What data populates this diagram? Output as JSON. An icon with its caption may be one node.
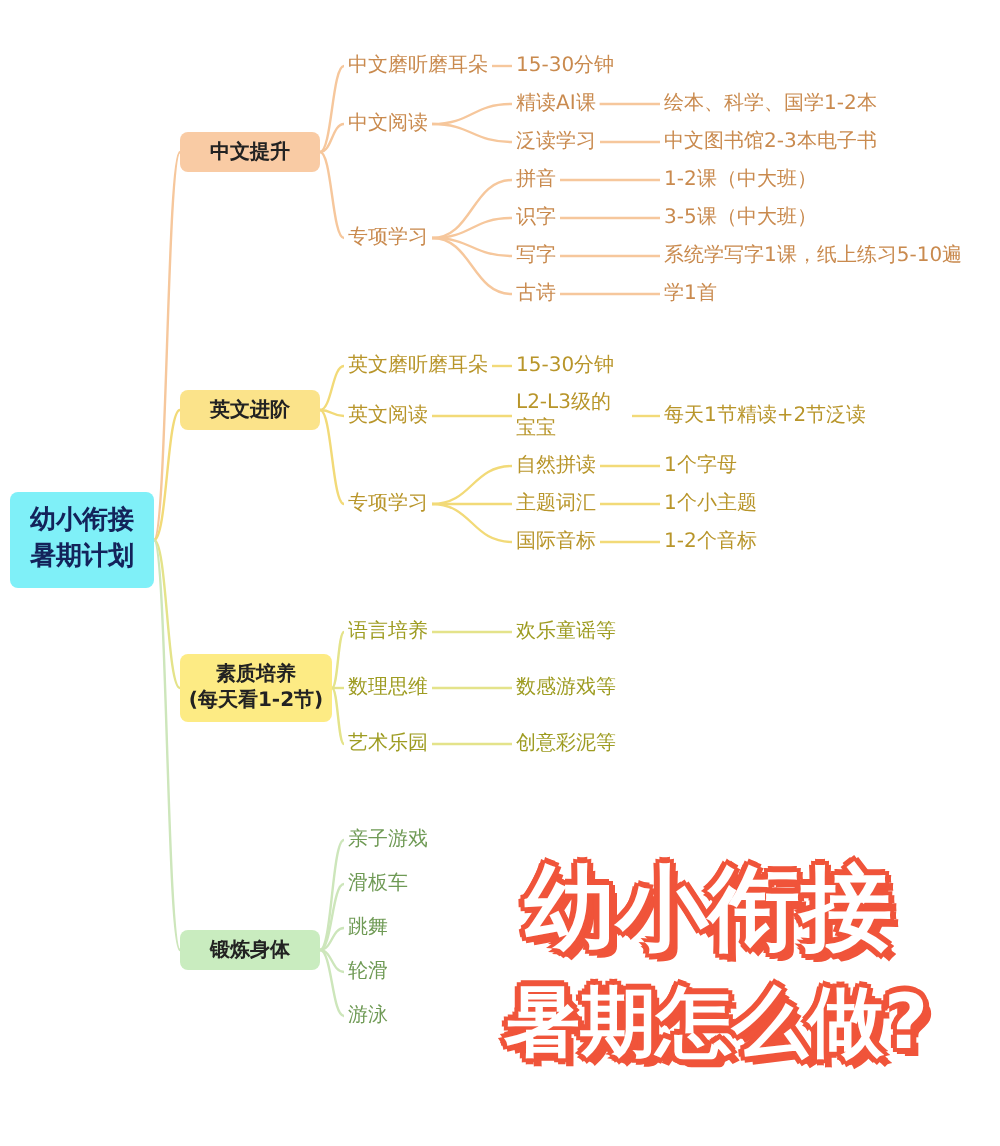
{
  "diagram": {
    "nodes": [
      {
        "text": [
          "幼小衔接暑期计划"
        ]
      },
      {
        "text": [
          "中文提升"
        ]
      },
      {
        "text": [
          "中文磨听磨耳朵"
        ]
      },
      {
        "text": [
          "15-30分钟"
        ]
      },
      {
        "text": [
          "中文阅读"
        ]
      },
      {
        "text": [
          "精读AI课"
        ]
      },
      {
        "text": [
          "绘本、科学、国学1-2本"
        ]
      },
      {
        "text": [
          "泛读学习"
        ]
      },
      {
        "text": [
          "中文图书馆2-3本电子书"
        ]
      },
      {
        "text": [
          "专项学习"
        ]
      },
      {
        "text": [
          "拼音"
        ]
      },
      {
        "text": [
          "1-2课（中大班）"
        ]
      },
      {
        "text": [
          "识字"
        ]
      },
      {
        "text": [
          "3-5课（中大班）"
        ]
      },
      {
        "text": [
          "写字"
        ]
      },
      {
        "text": [
          "系统学写字1课，纸上练习5-10遍"
        ]
      },
      {
        "text": [
          "古诗"
        ]
      },
      {
        "text": [
          "学1首"
        ]
      },
      {
        "text": [
          "英文进阶"
        ]
      },
      {
        "text": [
          "英文磨听磨耳朵"
        ]
      },
      {
        "text": [
          "15-30分钟"
        ]
      },
      {
        "text": [
          "英文阅读"
        ]
      },
      {
        "text": [
          "L2-L3级的宝宝"
        ]
      },
      {
        "text": [
          "每天1节精读+2节泛读"
        ]
      },
      {
        "text": [
          "专项学习"
        ]
      },
      {
        "text": [
          "自然拼读"
        ]
      },
      {
        "text": [
          "1个字母"
        ]
      },
      {
        "text": [
          "主题词汇"
        ]
      },
      {
        "text": [
          "1个小主题"
        ]
      },
      {
        "text": [
          "国际音标"
        ]
      },
      {
        "text": [
          "1-2个音标"
        ]
      },
      {
        "text": [
          "素质培养",
          "(每天看1-2节)"
        ]
      },
      {
        "text": [
          "语言培养"
        ]
      },
      {
        "text": [
          "欢乐童谣等"
        ]
      },
      {
        "text": [
          "数理思维"
        ]
      },
      {
        "text": [
          "数感游戏等"
        ]
      },
      {
        "text": [
          "艺术乐园"
        ]
      },
      {
        "text": [
          "创意彩泥等"
        ]
      },
      {
        "text": [
          "锻炼身体"
        ]
      },
      {
        "text": [
          "亲子游戏"
        ]
      },
      {
        "text": [
          "滑板车"
        ]
      },
      {
        "text": [
          "跳舞"
        ]
      },
      {
        "text": [
          "轮滑"
        ]
      },
      {
        "text": [
          "游泳"
        ]
      }
    ],
    "edges": [
      {
        "from": 0,
        "to": 1,
        "arrow": "none"
      },
      {
        "from": 0,
        "to": 18,
        "arrow": "none",
        "color": "#f2da78"
      },
      {
        "from": 0,
        "to": 31,
        "arrow": "none",
        "color": "#e4e38a"
      },
      {
        "from": 0,
        "to": 38,
        "arrow": "none",
        "color": "#cde6bb"
      },
      {
        "from": 1,
        "to": 2,
        "arrow": "none"
      },
      {
        "from": 2,
        "to": 3,
        "arrow": "none"
      },
      {
        "from": 1,
        "to": 4,
        "arrow": "none"
      },
      {
        "from": 4,
        "to": 5,
        "arrow": "none"
      },
      {
        "from": 5,
        "to": 6,
        "arrow": "none"
      },
      {
        "from": 4,
        "to": 7,
        "arrow": "none"
      },
      {
        "from": 7,
        "to": 8,
        "arrow": "none"
      },
      {
        "from": 1,
        "to": 9,
        "arrow": "none"
      },
      {
        "from": 9,
        "to": 10,
        "arrow": "none"
      },
      {
        "from": 10,
        "to": 11,
        "arrow": "none"
      },
      {
        "from": 9,
        "to": 12,
        "arrow": "none"
      },
      {
        "from": 12,
        "to": 13,
        "arrow": "none"
      },
      {
        "from": 9,
        "to": 14,
        "arrow": "none"
      },
      {
        "from": 14,
        "to": 15,
        "arrow": "none"
      },
      {
        "from": 9,
        "to": 16,
        "arrow": "none"
      },
      {
        "from": 16,
        "to": 17,
        "arrow": "none"
      },
      {
        "from": 18,
        "to": 19,
        "arrow": "none",
        "color": "#f2da78"
      },
      {
        "from": 19,
        "to": 20,
        "arrow": "none",
        "color": "#f2da78"
      },
      {
        "from": 18,
        "to": 21,
        "arrow": "none",
        "color": "#f2da78"
      },
      {
        "from": 21,
        "to": 22,
        "arrow": "none",
        "color": "#f2da78"
      },
      {
        "from": 22,
        "to": 23,
        "arrow": "none",
        "color": "#f2da78"
      },
      {
        "from": 18,
        "to": 24,
        "arrow": "none",
        "color": "#f2da78"
      },
      {
        "from": 24,
        "to": 25,
        "arrow": "none",
        "color": "#f2da78"
      },
      {
        "from": 25,
        "to": 26,
        "arrow": "none",
        "color": "#f2da78"
      },
      {
        "from": 24,
        "to": 27,
        "arrow": "none",
        "color": "#f2da78"
      },
      {
        "from": 27,
        "to": 28,
        "arrow": "none",
        "color": "#f2da78"
      },
      {
        "from": 24,
        "to": 29,
        "arrow": "none",
        "color": "#f2da78"
      },
      {
        "from": 29,
        "to": 30,
        "arrow": "none",
        "color": "#f2da78"
      },
      {
        "from": 31,
        "to": 32,
        "arrow": "none",
        "color": "#e4e38a"
      },
      {
        "from": 32,
        "to": 33,
        "arrow": "none",
        "color": "#e4e38a"
      },
      {
        "from": 31,
        "to": 34,
        "arrow": "none",
        "color": "#e4e38a"
      },
      {
        "from": 34,
        "to": 35,
        "arrow": "none",
        "color": "#e4e38a"
      },
      {
        "from": 31,
        "to": 36,
        "arrow": "none",
        "color": "#e4e38a"
      },
      {
        "from": 36,
        "to": 37,
        "arrow": "none",
        "color": "#e4e38a"
      },
      {
        "from": 38,
        "to": 39,
        "arrow": "none",
        "color": "#cde6bb"
      },
      {
        "from": 38,
        "to": 40,
        "arrow": "none",
        "color": "#cde6bb"
      },
      {
        "from": 38,
        "to": 41,
        "arrow": "none",
        "color": "#cde6bb"
      },
      {
        "from": 38,
        "to": 42,
        "arrow": "none",
        "color": "#cde6bb"
      },
      {
        "from": 38,
        "to": 43,
        "arrow": "none",
        "color": "#cde6bb"
      }
    ],
    "labels": [
      "幼小衔接",
      "暑期怎么做?"
    ]
  }
}
